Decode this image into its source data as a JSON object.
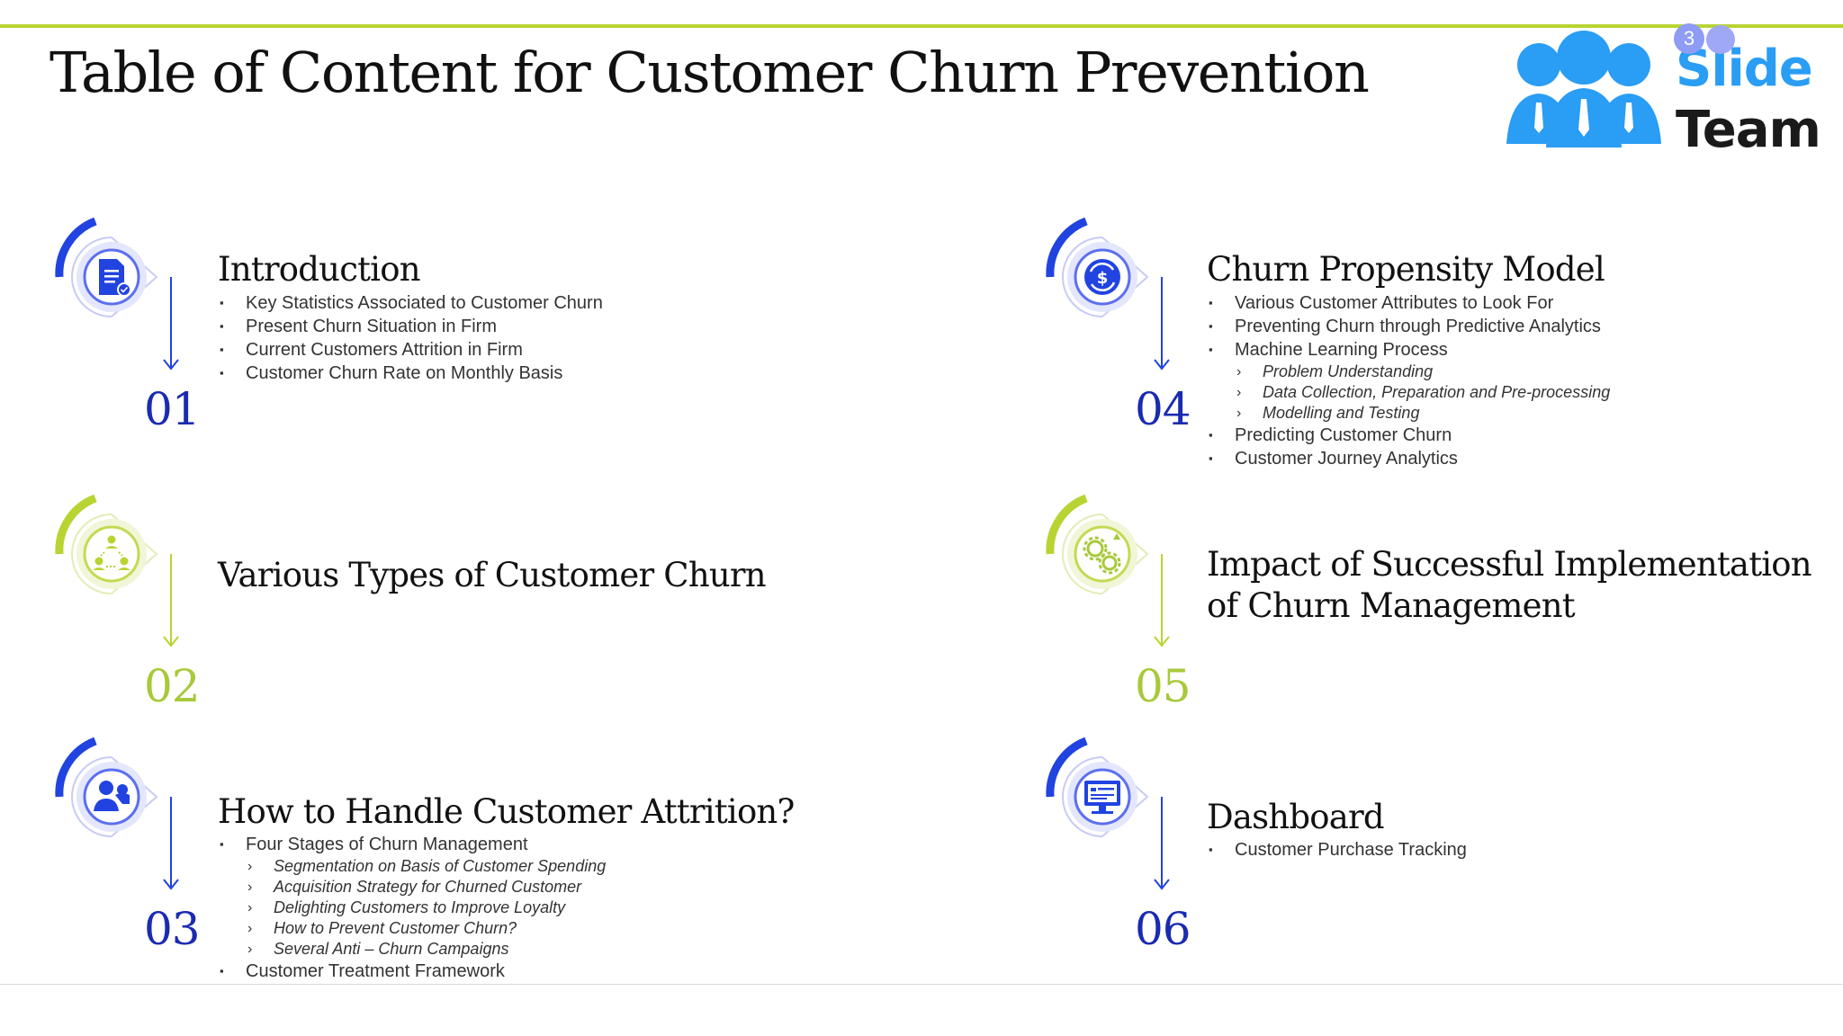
{
  "page": {
    "title": "Table of Content for Customer Churn Prevention",
    "page_number": "3"
  },
  "logo": {
    "line1": "Slide",
    "line2": "Team"
  },
  "colors": {
    "accent_blue": "#2143e0",
    "accent_green": "#b8d432",
    "number_blue": "#1b2bb0",
    "number_green": "#a8c93a"
  },
  "sections": [
    {
      "number": "01",
      "title": "Introduction",
      "icon": "document-checklist-icon",
      "items": [
        {
          "text": "Key Statistics Associated to Customer Churn"
        },
        {
          "text": "Present Churn Situation in Firm"
        },
        {
          "text": "Current Customers Attrition in Firm"
        },
        {
          "text": "Customer Churn Rate on Monthly Basis"
        }
      ]
    },
    {
      "number": "02",
      "title": "Various Types of Customer Churn",
      "icon": "network-people-icon",
      "items": []
    },
    {
      "number": "03",
      "title": "How to Handle Customer Attrition?",
      "icon": "customer-support-icon",
      "items": [
        {
          "text": "Four Stages of Churn Management"
        },
        {
          "text": "Segmentation on Basis of Customer Spending",
          "sub": true
        },
        {
          "text": "Acquisition Strategy for Churned Customer",
          "sub": true
        },
        {
          "text": "Delighting Customers to Improve Loyalty",
          "sub": true
        },
        {
          "text": "How to Prevent Customer Churn?",
          "sub": true
        },
        {
          "text": "Several Anti – Churn Campaigns",
          "sub": true
        },
        {
          "text": "Customer Treatment Framework"
        }
      ]
    },
    {
      "number": "04",
      "title": "Churn Propensity Model",
      "icon": "dollar-cycle-icon",
      "items": [
        {
          "text": "Various Customer Attributes to Look For"
        },
        {
          "text": "Preventing Churn through Predictive Analytics"
        },
        {
          "text": "Machine Learning Process"
        },
        {
          "text": "Problem Understanding",
          "sub": true
        },
        {
          "text": "Data Collection, Preparation and Pre-processing",
          "sub": true
        },
        {
          "text": "Modelling and Testing",
          "sub": true
        },
        {
          "text": "Predicting Customer Churn"
        },
        {
          "text": "Customer Journey Analytics"
        }
      ]
    },
    {
      "number": "05",
      "title": "Impact of Successful Implementation of Churn Management",
      "title_line1": "Impact of Successful Implementation",
      "title_line2": "of Churn Management",
      "icon": "gears-warning-icon",
      "items": []
    },
    {
      "number": "06",
      "title": "Dashboard",
      "icon": "monitor-dashboard-icon",
      "items": [
        {
          "text": "Customer Purchase Tracking"
        }
      ]
    }
  ]
}
